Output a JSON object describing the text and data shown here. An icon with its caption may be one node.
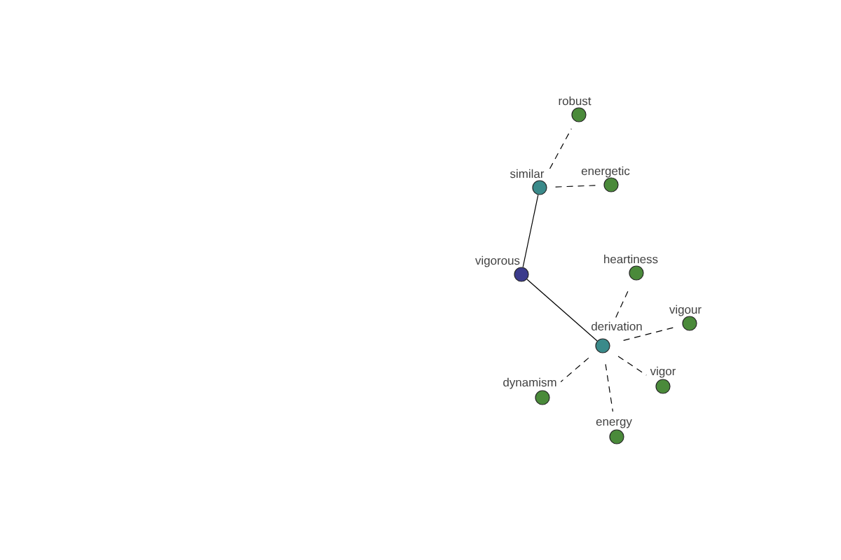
{
  "diagram": {
    "nodes": [
      {
        "text": [
          "robust"
        ]
      },
      {
        "text": [
          "similar"
        ]
      },
      {
        "text": [
          "energetic"
        ]
      },
      {
        "text": [
          "vigorous"
        ]
      },
      {
        "text": [
          "heartiness"
        ]
      },
      {
        "text": [
          "vigour"
        ]
      },
      {
        "text": [
          "derivation"
        ]
      },
      {
        "text": [
          "vigor"
        ]
      },
      {
        "text": [
          "dynamism"
        ]
      },
      {
        "text": [
          "energy"
        ]
      }
    ],
    "edges": [
      {
        "from": 3,
        "to": 1,
        "arrow": "none"
      },
      {
        "from": 3,
        "to": 6,
        "arrow": "none"
      },
      {
        "from": 1,
        "to": 0,
        "arrow": "none",
        "style": "dashed"
      },
      {
        "from": 1,
        "to": 2,
        "arrow": "none",
        "style": "dashed"
      },
      {
        "from": 6,
        "to": 4,
        "arrow": "none",
        "style": "dashed"
      },
      {
        "from": 6,
        "to": 5,
        "arrow": "none",
        "style": "dashed"
      },
      {
        "from": 6,
        "to": 7,
        "arrow": "none",
        "style": "dashed"
      },
      {
        "from": 6,
        "to": 9,
        "arrow": "none",
        "style": "dashed"
      },
      {
        "from": 6,
        "to": 8,
        "arrow": "none",
        "style": "dashed"
      }
    ]
  }
}
